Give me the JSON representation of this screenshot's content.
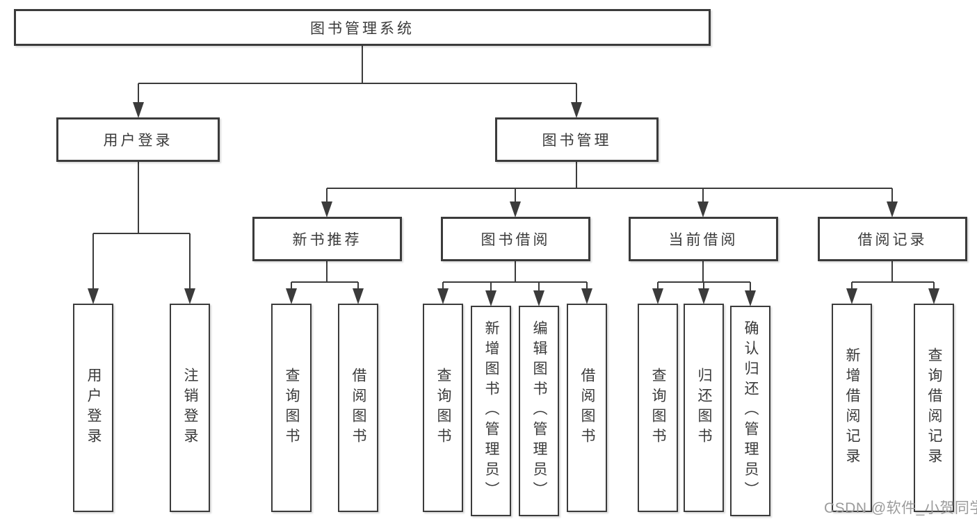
{
  "diagram_title": "图书管理系统",
  "tree": {
    "root": {
      "label": "图书管理系统"
    },
    "branches": [
      {
        "label": "用户登录",
        "children": [
          {
            "label": "用户登录"
          },
          {
            "label": "注销登录"
          }
        ]
      },
      {
        "label": "图书管理",
        "groups": [
          {
            "label": "新书推荐",
            "children": [
              {
                "label": "查询图书"
              },
              {
                "label": "借阅图书"
              }
            ]
          },
          {
            "label": "图书借阅",
            "children": [
              {
                "label": "查询图书"
              },
              {
                "label": "新增图书（管理员）"
              },
              {
                "label": "编辑图书（管理员）"
              },
              {
                "label": "借阅图书"
              }
            ]
          },
          {
            "label": "当前借阅",
            "children": [
              {
                "label": "查询图书"
              },
              {
                "label": "归还图书"
              },
              {
                "label": "确认归还（管理员）"
              }
            ]
          },
          {
            "label": "借阅记录",
            "children": [
              {
                "label": "新增借阅记录"
              },
              {
                "label": "查询借阅记录"
              }
            ]
          }
        ]
      }
    ]
  },
  "watermark": "CSDN @软件_小贺同学",
  "colors": {
    "line": "#3b3b3b",
    "text": "#3a3a3a",
    "background": "#ffffff",
    "watermark": "#9b9b9b"
  }
}
